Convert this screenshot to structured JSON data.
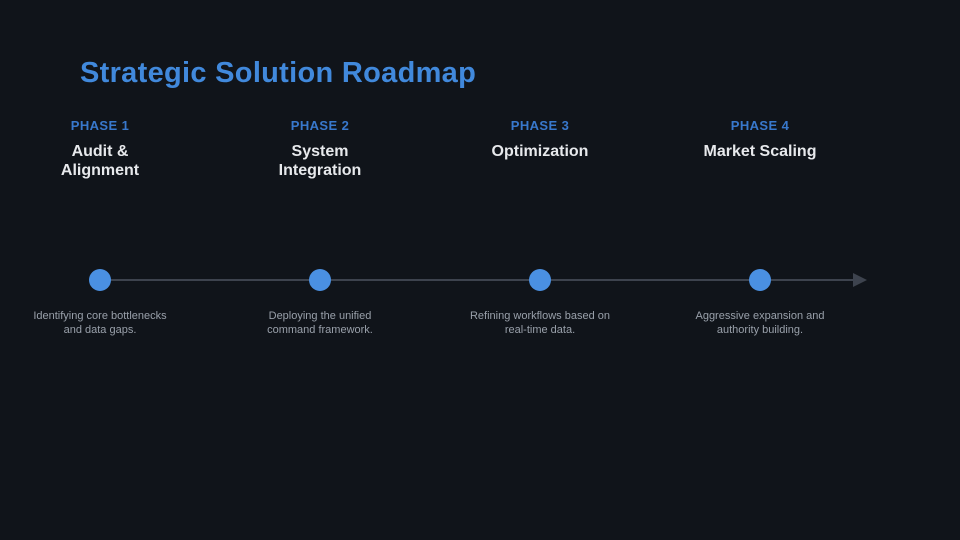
{
  "slide": {
    "title": "Strategic Solution Roadmap"
  },
  "phases": [
    {
      "label": "PHASE 1",
      "title": "Audit &\nAlignment",
      "description": "Identifying core bottlenecks and data gaps."
    },
    {
      "label": "PHASE 2",
      "title": "System\nIntegration",
      "description": "Deploying the unified command framework."
    },
    {
      "label": "PHASE 3",
      "title": "Optimization",
      "description": "Refining workflows based on real-time data."
    },
    {
      "label": "PHASE 4",
      "title": "Market Scaling",
      "description": "Aggressive expansion and authority building."
    }
  ],
  "timeline": {
    "marker_shape": "circle",
    "end_marker": "right-arrow"
  },
  "colors": {
    "background": "#10141a",
    "title_blue": "#4189dc",
    "phase_label_blue": "#3878cc",
    "phase_title_text": "#e7e9ec",
    "dot_blue": "#4a90e2",
    "line_gray": "#3d434e",
    "description_gray": "#99a0aa"
  }
}
